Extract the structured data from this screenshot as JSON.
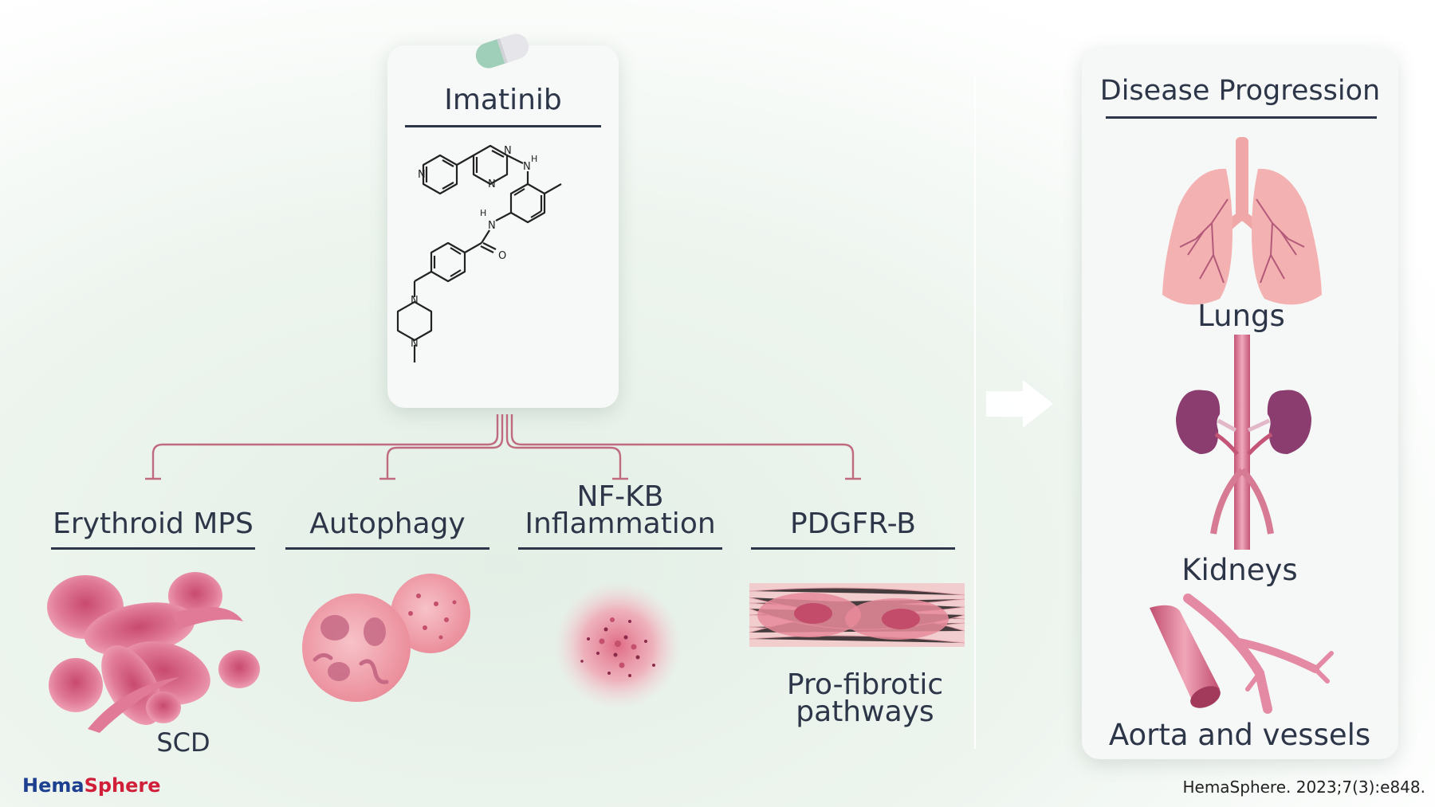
{
  "drug": {
    "name": "Imatinib",
    "atom_labels": [
      "N",
      "N",
      "N",
      "N",
      "H",
      "H",
      "N",
      "O",
      "N",
      "N"
    ]
  },
  "mechanisms": [
    {
      "title": "Erythroid MPS",
      "caption": "SCD"
    },
    {
      "title": "Autophagy",
      "caption": ""
    },
    {
      "title_line1": "NF-KB",
      "title_line2": "Inflammation",
      "caption": ""
    },
    {
      "title": "PDGFR-B",
      "caption_line1": "Pro-fibrotic",
      "caption_line2": "pathways"
    }
  ],
  "disease_progression": {
    "title": "Disease Progression",
    "organs": [
      "Lungs",
      "Kidneys",
      "Aorta and vessels"
    ]
  },
  "footer": {
    "brand_part1": "Hema",
    "brand_part2": "Sphere",
    "citation": "HemaSphere. 2023;7(3):e848."
  },
  "colors": {
    "text": "#2d3648",
    "inhibition_line": "#c06a80",
    "cell_pink": "#e07a96",
    "kidney_purple": "#8a3d6e",
    "lung_pink": "#f0a7a7",
    "brand_blue": "#1d3f8f",
    "brand_red": "#d11f3a"
  }
}
